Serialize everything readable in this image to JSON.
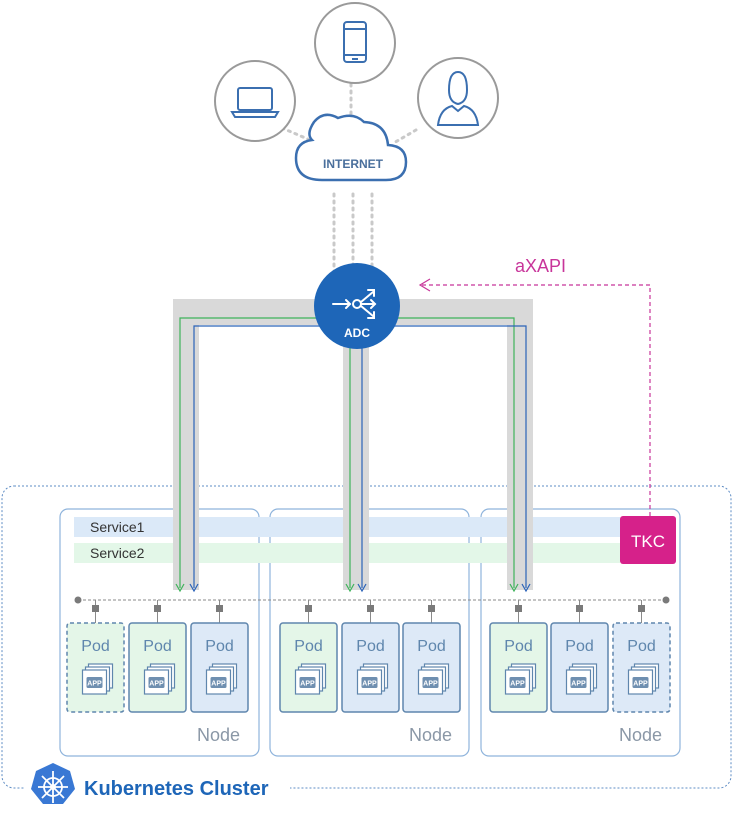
{
  "internet": {
    "label": "INTERNET"
  },
  "clients": [
    {
      "icon": "laptop-icon"
    },
    {
      "icon": "mobile-phone-icon"
    },
    {
      "icon": "user-icon"
    }
  ],
  "adc": {
    "label": "ADC",
    "icon": "load-balancer-arrows-icon"
  },
  "axapi": {
    "label": "aXAPI"
  },
  "tkc": {
    "label": "TKC"
  },
  "services": [
    {
      "label": "Service1"
    },
    {
      "label": "Service2"
    }
  ],
  "pod_label": "Pod",
  "app_label": "APP",
  "node_label": "Node",
  "cluster": {
    "label": "Kubernetes Cluster",
    "icon": "kubernetes-helm-icon"
  },
  "colors": {
    "service1": "#dbe9f8",
    "service2": "#e3f7e8",
    "adc": "#1e66b8",
    "tkc": "#d6218a",
    "axapi": "#c8359a",
    "node_border": "#8fb4dc",
    "green_line": "#3fb35b",
    "blue_line": "#2b63b8",
    "trunk": "#d9d9d9",
    "pod_green": "#e4f6e8",
    "pod_blue": "#dde9f7",
    "text_gray": "#8a97a6",
    "cluster_text": "#1e66b8"
  }
}
